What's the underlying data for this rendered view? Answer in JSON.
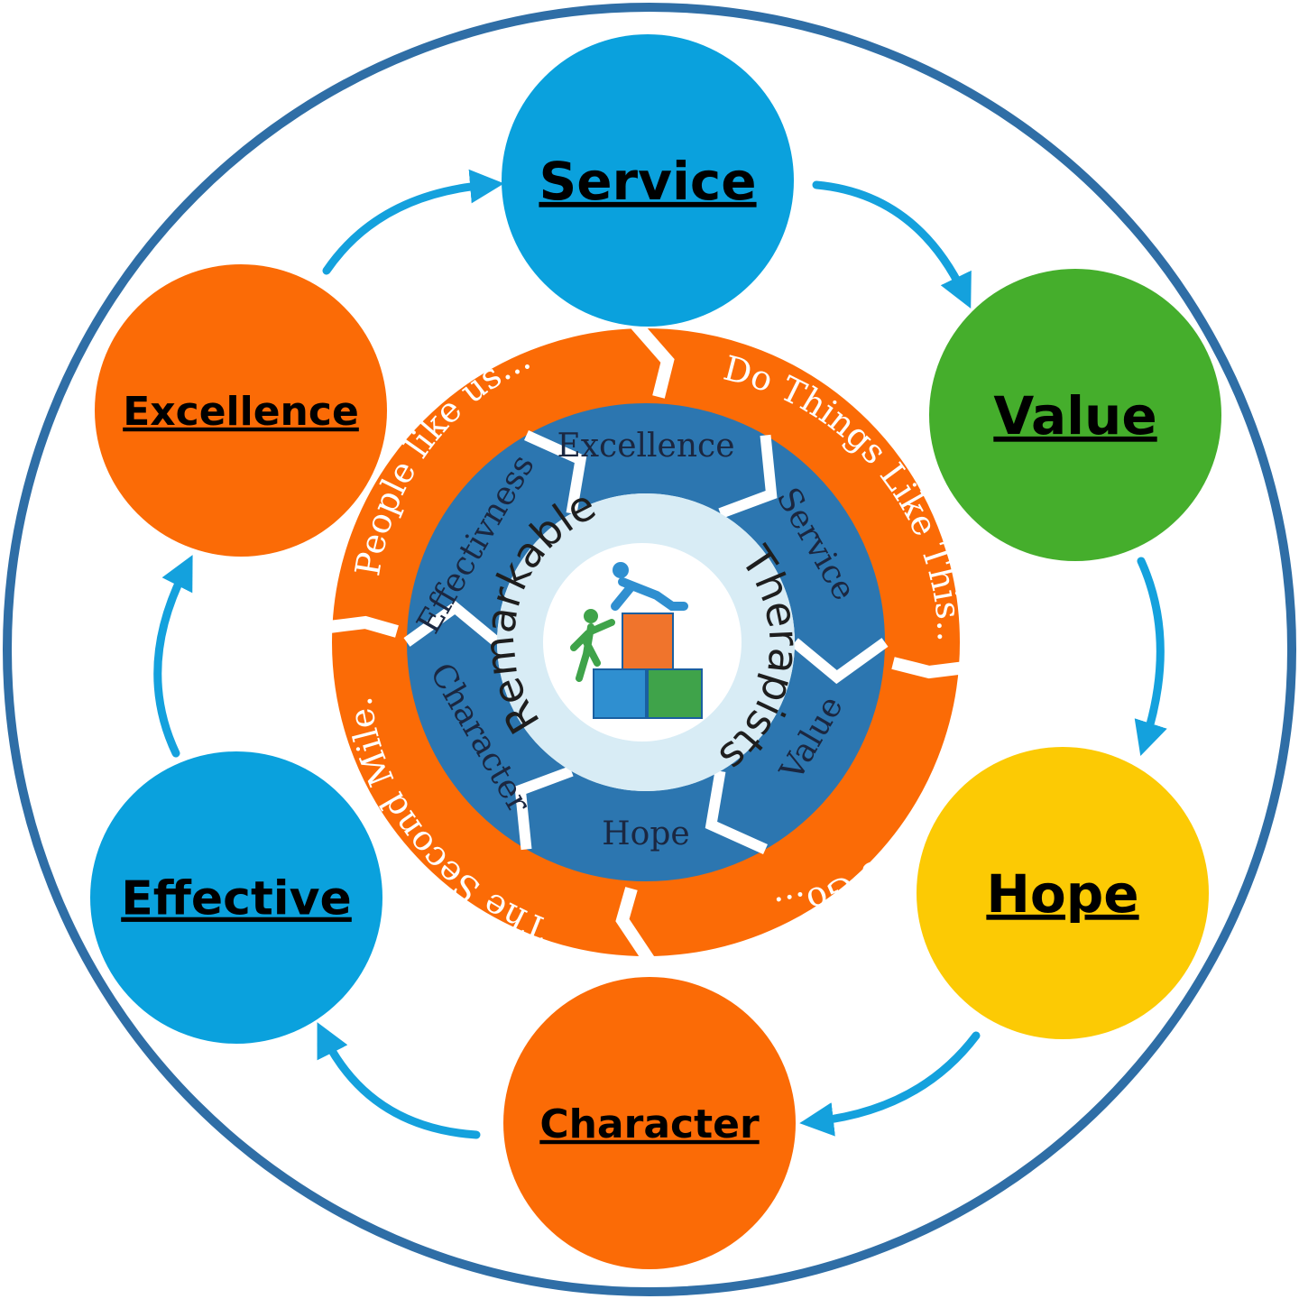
{
  "colors": {
    "outer_ring": "#2f6ea6",
    "blue": "#0aa1dd",
    "green": "#45ae2c",
    "yellow": "#fcca04",
    "orange": "#fb6b06",
    "chevron": "#2c76b0",
    "center_bg": "#d8ecf5",
    "arrow": "#14a1dd"
  },
  "nodes": [
    {
      "label": "Service",
      "color": "#0aa1dd",
      "icon": "circle-node"
    },
    {
      "label": "Value",
      "color": "#45ae2c",
      "icon": "circle-node"
    },
    {
      "label": "Hope",
      "color": "#fcca04",
      "icon": "circle-node"
    },
    {
      "label": "Character",
      "color": "#fb6b06",
      "icon": "circle-node"
    },
    {
      "label": "Effective",
      "color": "#0aa1dd",
      "icon": "circle-node"
    },
    {
      "label": "Excellence",
      "color": "#fb6b06",
      "icon": "circle-node"
    }
  ],
  "orange_ring": [
    "People like us...",
    "Do Things Like This...",
    "We Go...",
    "The Second Mile."
  ],
  "chevrons": [
    "Service",
    "Value",
    "Hope",
    "Character",
    "Effectivness",
    "Excellence"
  ],
  "center": {
    "left_text": "Remarkable",
    "right_text": "Therapists",
    "logo_icon": "people-climbing-blocks-icon"
  }
}
